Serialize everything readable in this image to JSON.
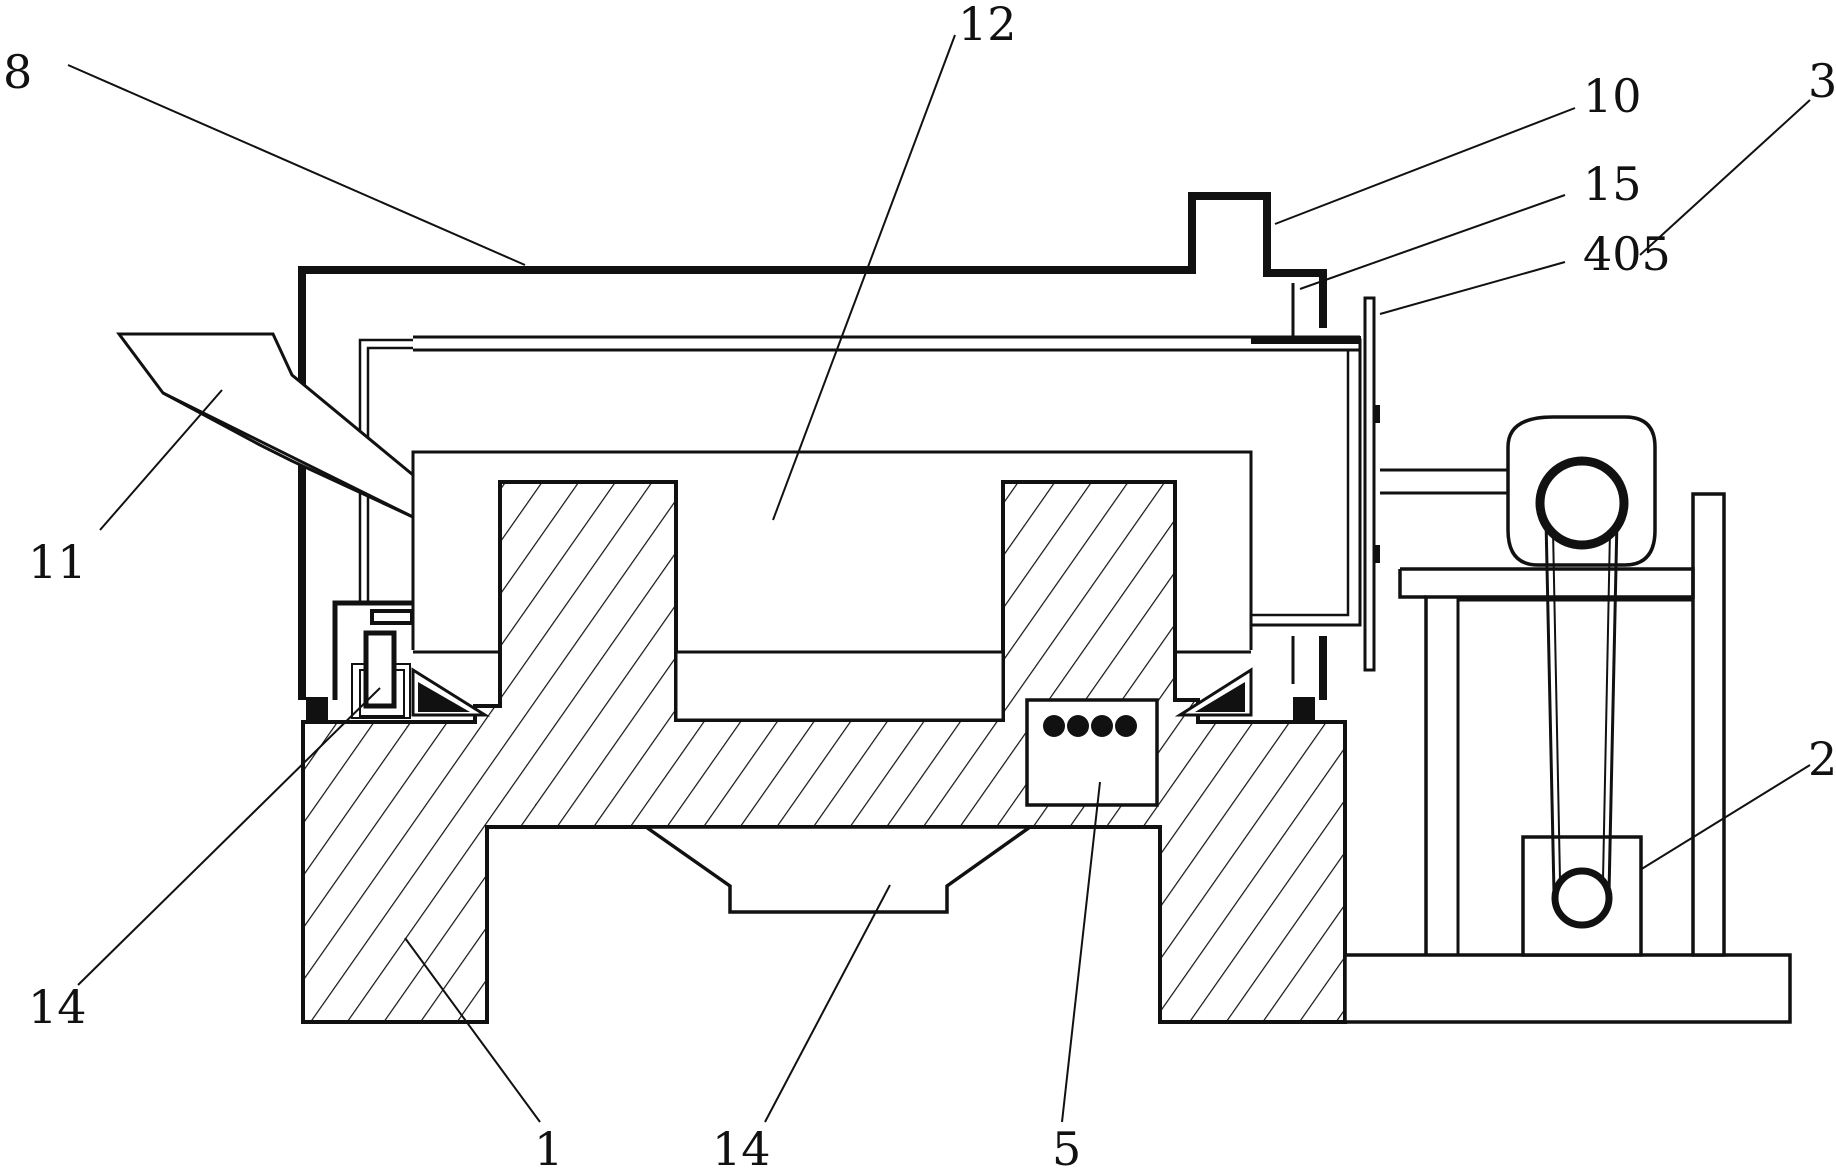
{
  "diagram": {
    "colors": {
      "stroke": "#111111",
      "background": "#ffffff",
      "dots": "#111111"
    },
    "labels": {
      "l8": "8",
      "l12": "12",
      "l10": "10",
      "l15": "15",
      "l405": "405",
      "l3": "3",
      "l11": "11",
      "l2": "2",
      "l14a": "14",
      "l1": "1",
      "l14b": "14",
      "l5": "5"
    }
  }
}
